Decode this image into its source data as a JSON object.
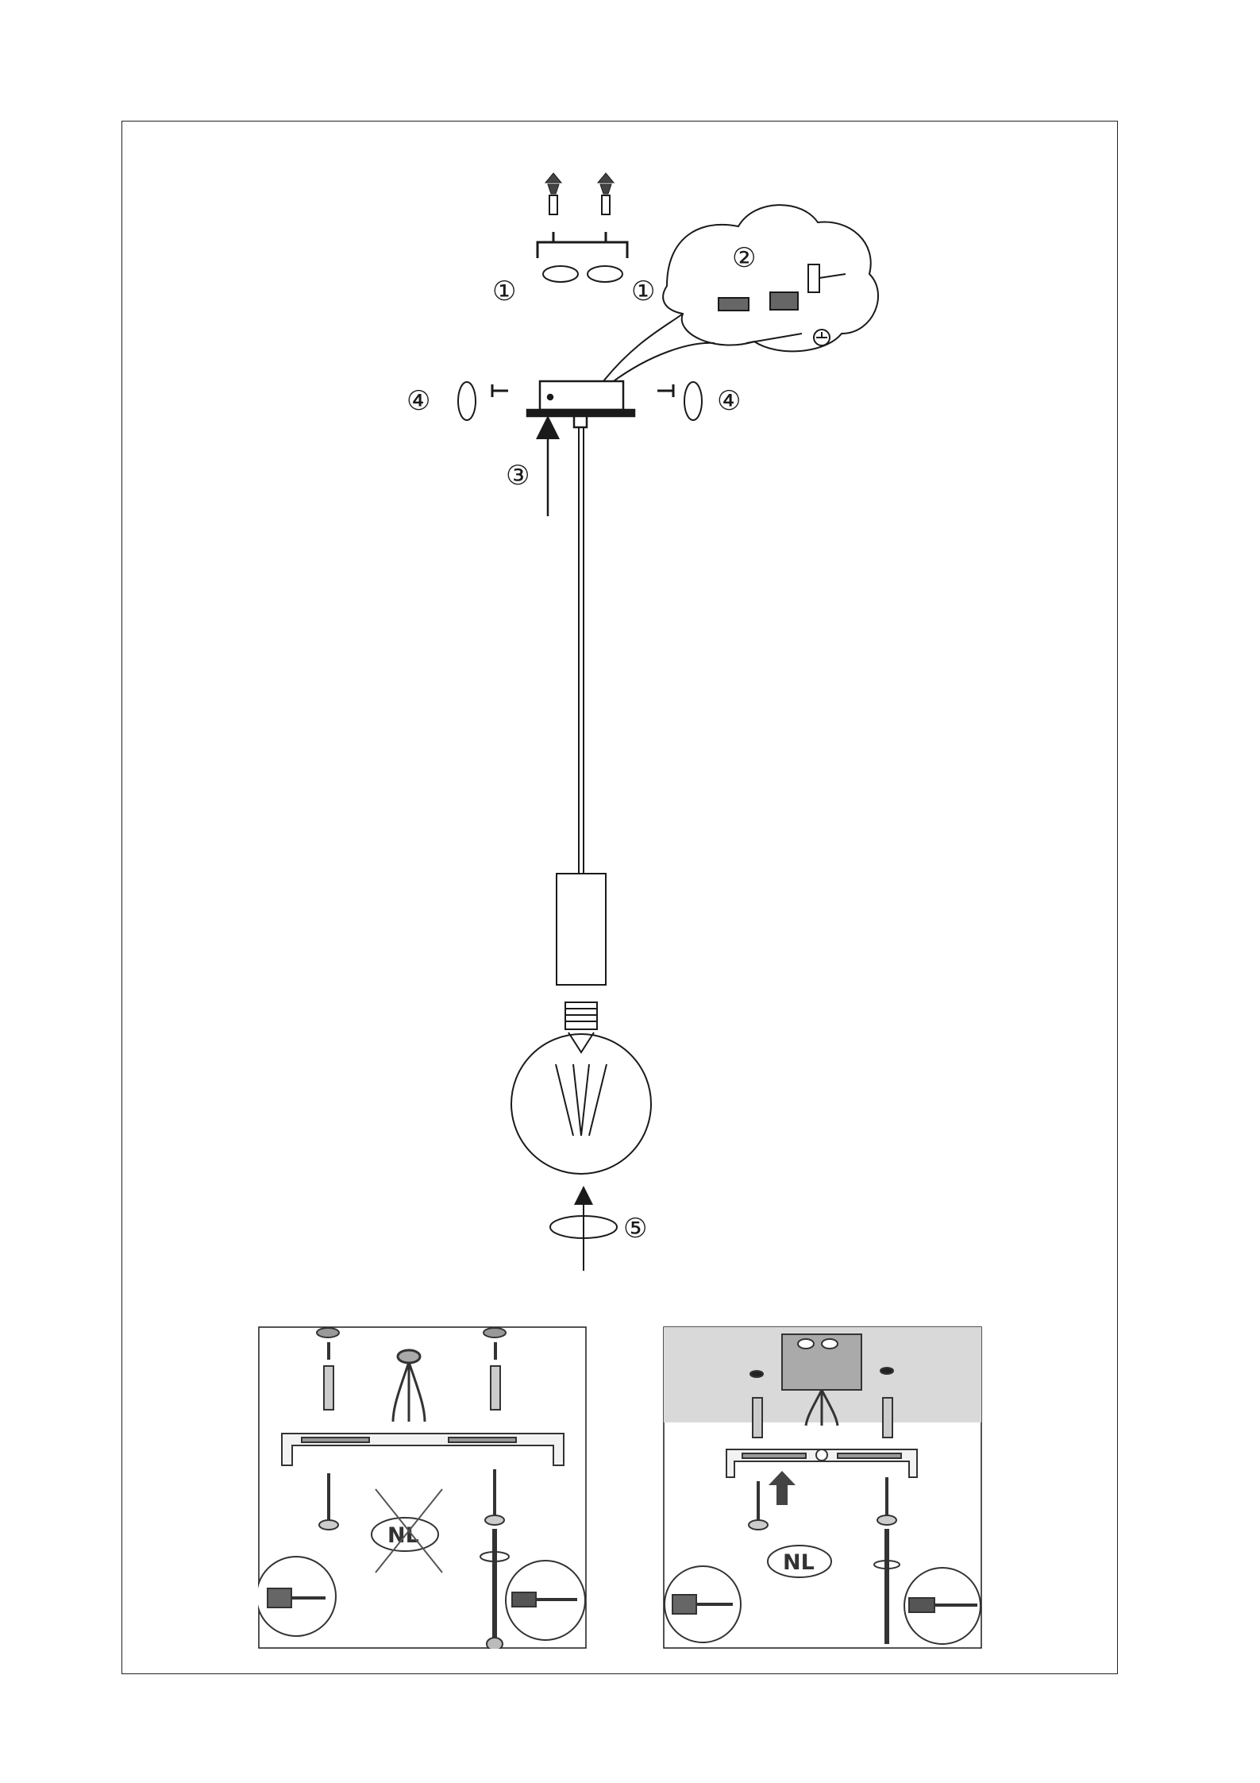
{
  "steps": {
    "s1": "①",
    "s2": "②",
    "s3": "③",
    "s4": "④",
    "s5": "⑤"
  },
  "panels": {
    "left": {
      "badge": "NL",
      "badge_crossed": true
    },
    "right": {
      "badge": "NL",
      "badge_crossed": false
    }
  },
  "colors": {
    "line": "#1a1a1a",
    "ceiling_gray": "#d9d9d9"
  }
}
